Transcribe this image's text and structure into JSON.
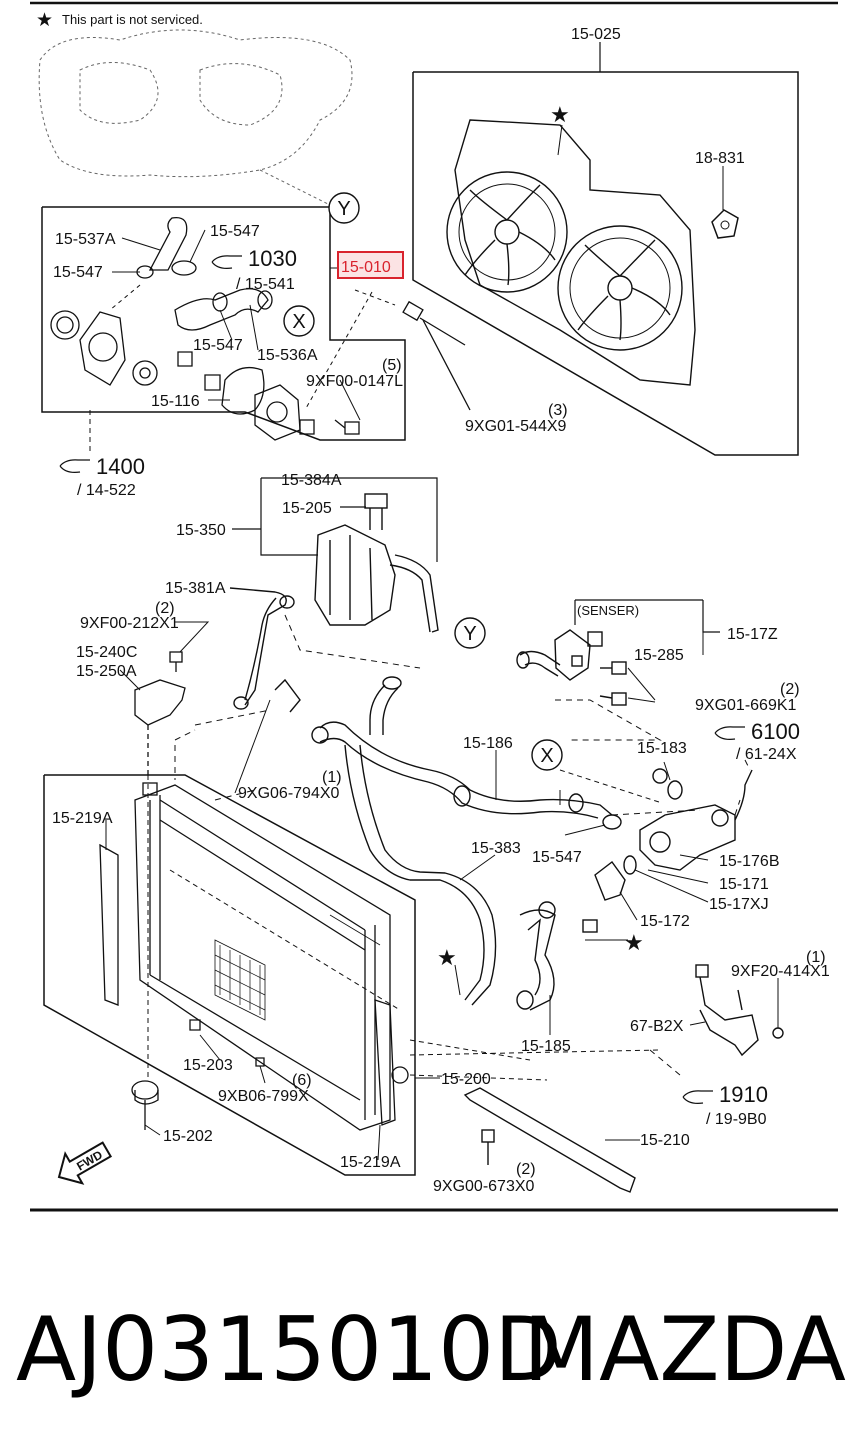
{
  "note": "This part is not serviced.",
  "highlight_color": "#d9232d",
  "callouts": {
    "c15025": "15-025",
    "c18831": "18-831",
    "c15010": "15-010",
    "c15537A": "15-537A",
    "c15547a": "15-547",
    "c1030": "1030",
    "c15547b": "15-547",
    "c15541": "/ 15-541",
    "c15547c": "15-547",
    "c15536A": "15-536A",
    "c9XF000147L": "9XF00-0147L",
    "c5": "(5)",
    "c15116": "15-116",
    "c9XG01544X9": "9XG01-544X9",
    "c3": "(3)",
    "c1400": "1400",
    "c14522": "/ 14-522",
    "c15384A": "15-384A",
    "c15205": "15-205",
    "c15350": "15-350",
    "c15381A": "15-381A",
    "c2a": "(2)",
    "c9XF00212X1": "9XF00-212X1",
    "c15240C": "15-240C",
    "c15250A": "15-250A",
    "cSENSER": "(SENSER)",
    "c15285": "15-285",
    "c1517Z": "15-17Z",
    "c2b": "(2)",
    "c9XG01669K1": "9XG01-669K1",
    "c6100": "6100",
    "c6124X": "/ 61-24X",
    "c15186": "15-186",
    "c15183": "15-183",
    "c9XG06794X0": "9XG06-794X0",
    "c1a": "(1)",
    "c15219Aa": "15-219A",
    "c15383": "15-383",
    "c15547d": "15-547",
    "c15176B": "15-176B",
    "c15171": "15-171",
    "c1517XJ": "15-17XJ",
    "c15172": "15-172",
    "c1b": "(1)",
    "c9XF20414X1": "9XF20-414X1",
    "c67B2X": "67-B2X",
    "c15203": "15-203",
    "c15185": "15-185",
    "c6": "(6)",
    "c9XB06799X": "9XB06-799X",
    "c15200": "15-200",
    "c1910": "1910",
    "c199B0": "/ 19-9B0",
    "c15202": "15-202",
    "c15210": "15-210",
    "c2c": "(2)",
    "c9XG00673X0": "9XG00-673X0",
    "c15219Ab": "15-219A",
    "fwd": "FWD"
  },
  "markers": {
    "y1": "Y",
    "x1": "X",
    "y2": "Y",
    "x2": "X"
  },
  "footer": {
    "part_number": "AJ0315010D",
    "make": "MAZDA"
  }
}
